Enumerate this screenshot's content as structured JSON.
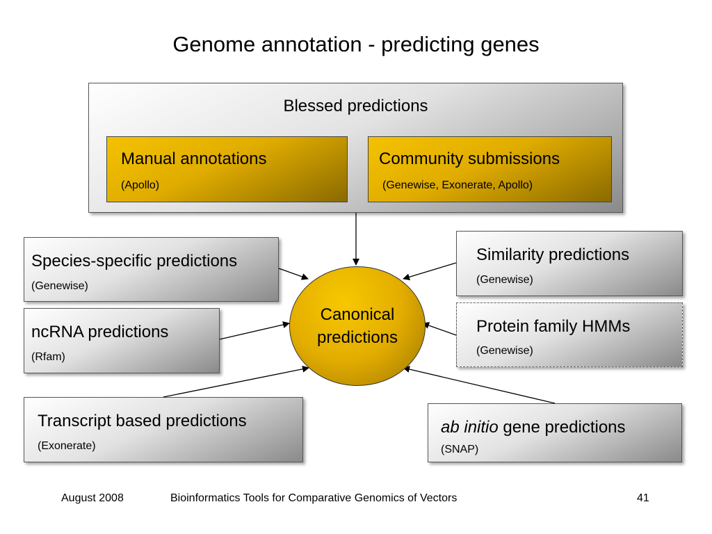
{
  "slide": {
    "title": "Genome annotation - predicting genes",
    "blessed": {
      "label": "Blessed predictions",
      "manual": {
        "title": "Manual annotations",
        "sub": "(Apollo)"
      },
      "community": {
        "title": "Community submissions",
        "sub": "(Genewise, Exonerate, Apollo)"
      }
    },
    "center": {
      "line1": "Canonical",
      "line2": "predictions"
    },
    "species": {
      "title": "Species-specific predictions",
      "sub": "(Genewise)"
    },
    "ncrna": {
      "title": "ncRNA predictions",
      "sub": "(Rfam)"
    },
    "transcript": {
      "title": "Transcript based predictions",
      "sub": "(Exonerate)"
    },
    "similarity": {
      "title": "Similarity predictions",
      "sub": "(Genewise)"
    },
    "protein": {
      "title": "Protein family HMMs",
      "sub": "(Genewise)"
    },
    "abinitio": {
      "title_italic": "ab initio",
      "title_rest": " gene predictions",
      "sub": "(SNAP)"
    }
  },
  "footer": {
    "date": "August 2008",
    "course": "Bioinformatics Tools for Comparative Genomics of Vectors",
    "page": "41"
  },
  "colors": {
    "gold": "#e3ad00",
    "box_gray": "#cccccc",
    "arrow": "#000000"
  }
}
